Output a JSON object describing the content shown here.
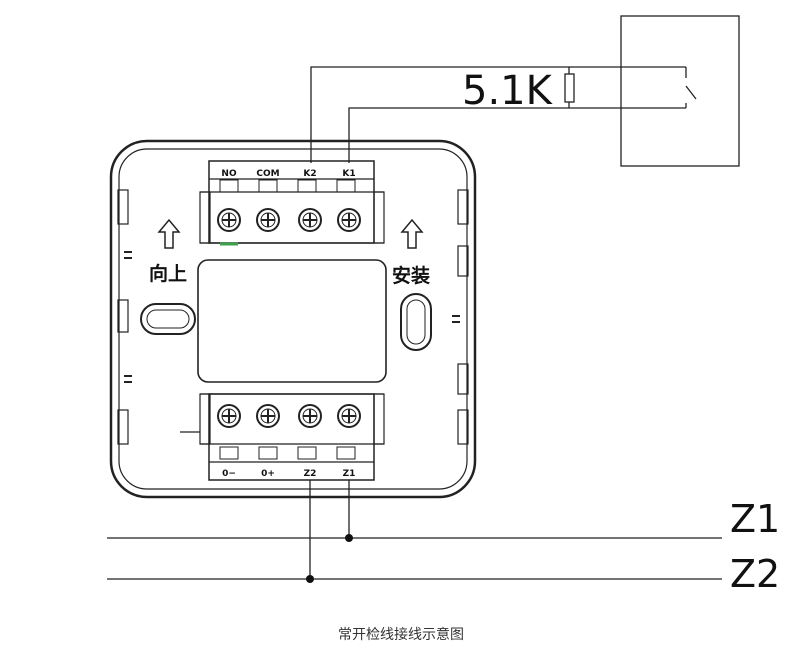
{
  "diagram": {
    "resistor_label": "5.1K",
    "top_terminals": [
      "NO",
      "COM",
      "K2",
      "K1"
    ],
    "bottom_terminals": [
      "0−",
      "0+",
      "Z2",
      "Z1"
    ],
    "left_label": "向上",
    "right_label": "安装",
    "bus_labels": [
      "Z1",
      "Z2"
    ]
  },
  "caption": "常开检线接线示意图"
}
